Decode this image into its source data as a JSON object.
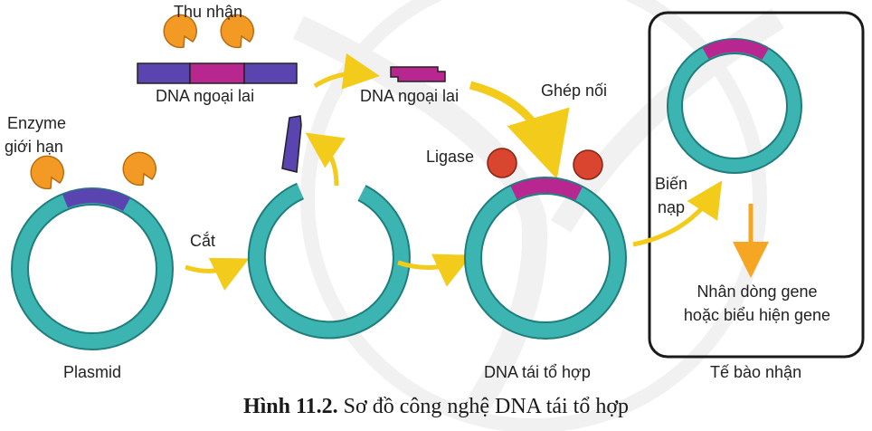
{
  "labels": {
    "thu_nhan": "Thu nhận",
    "dna_ngoai_lai_1": "DNA ngoại lai",
    "dna_ngoai_lai_2": "DNA ngoại lai",
    "ghep_noi": "Ghép nối",
    "enzyme_line1": "Enzyme",
    "enzyme_line2": "giới hạn",
    "ligase": "Ligase",
    "cat": "Cắt",
    "bien_line1": "Biến",
    "bien_line2": "nạp",
    "nhan_dong_line1": "Nhân dòng gene",
    "nhan_dong_line2": "hoặc biểu hiện gene",
    "plasmid": "Plasmid",
    "dna_tai_to_hop": "DNA tái tổ hợp",
    "te_bao_nhan": "Tế bào nhận"
  },
  "caption": {
    "number": "Hình 11.2.",
    "text": " Sơ đồ công nghệ DNA tái tổ hợp"
  },
  "colors": {
    "plasmid_ring": "#3cb4b2",
    "plasmid_edge": "#1f7e7c",
    "insert_magenta": "#b8268f",
    "vector_blue": "#5a45b0",
    "enzyme_orange": "#f39a25",
    "ligase_red": "#d9452e",
    "arrow_yellow": "#f3cb1a",
    "arrow_orange": "#f5a623",
    "watermark": "#e6e6e6"
  }
}
